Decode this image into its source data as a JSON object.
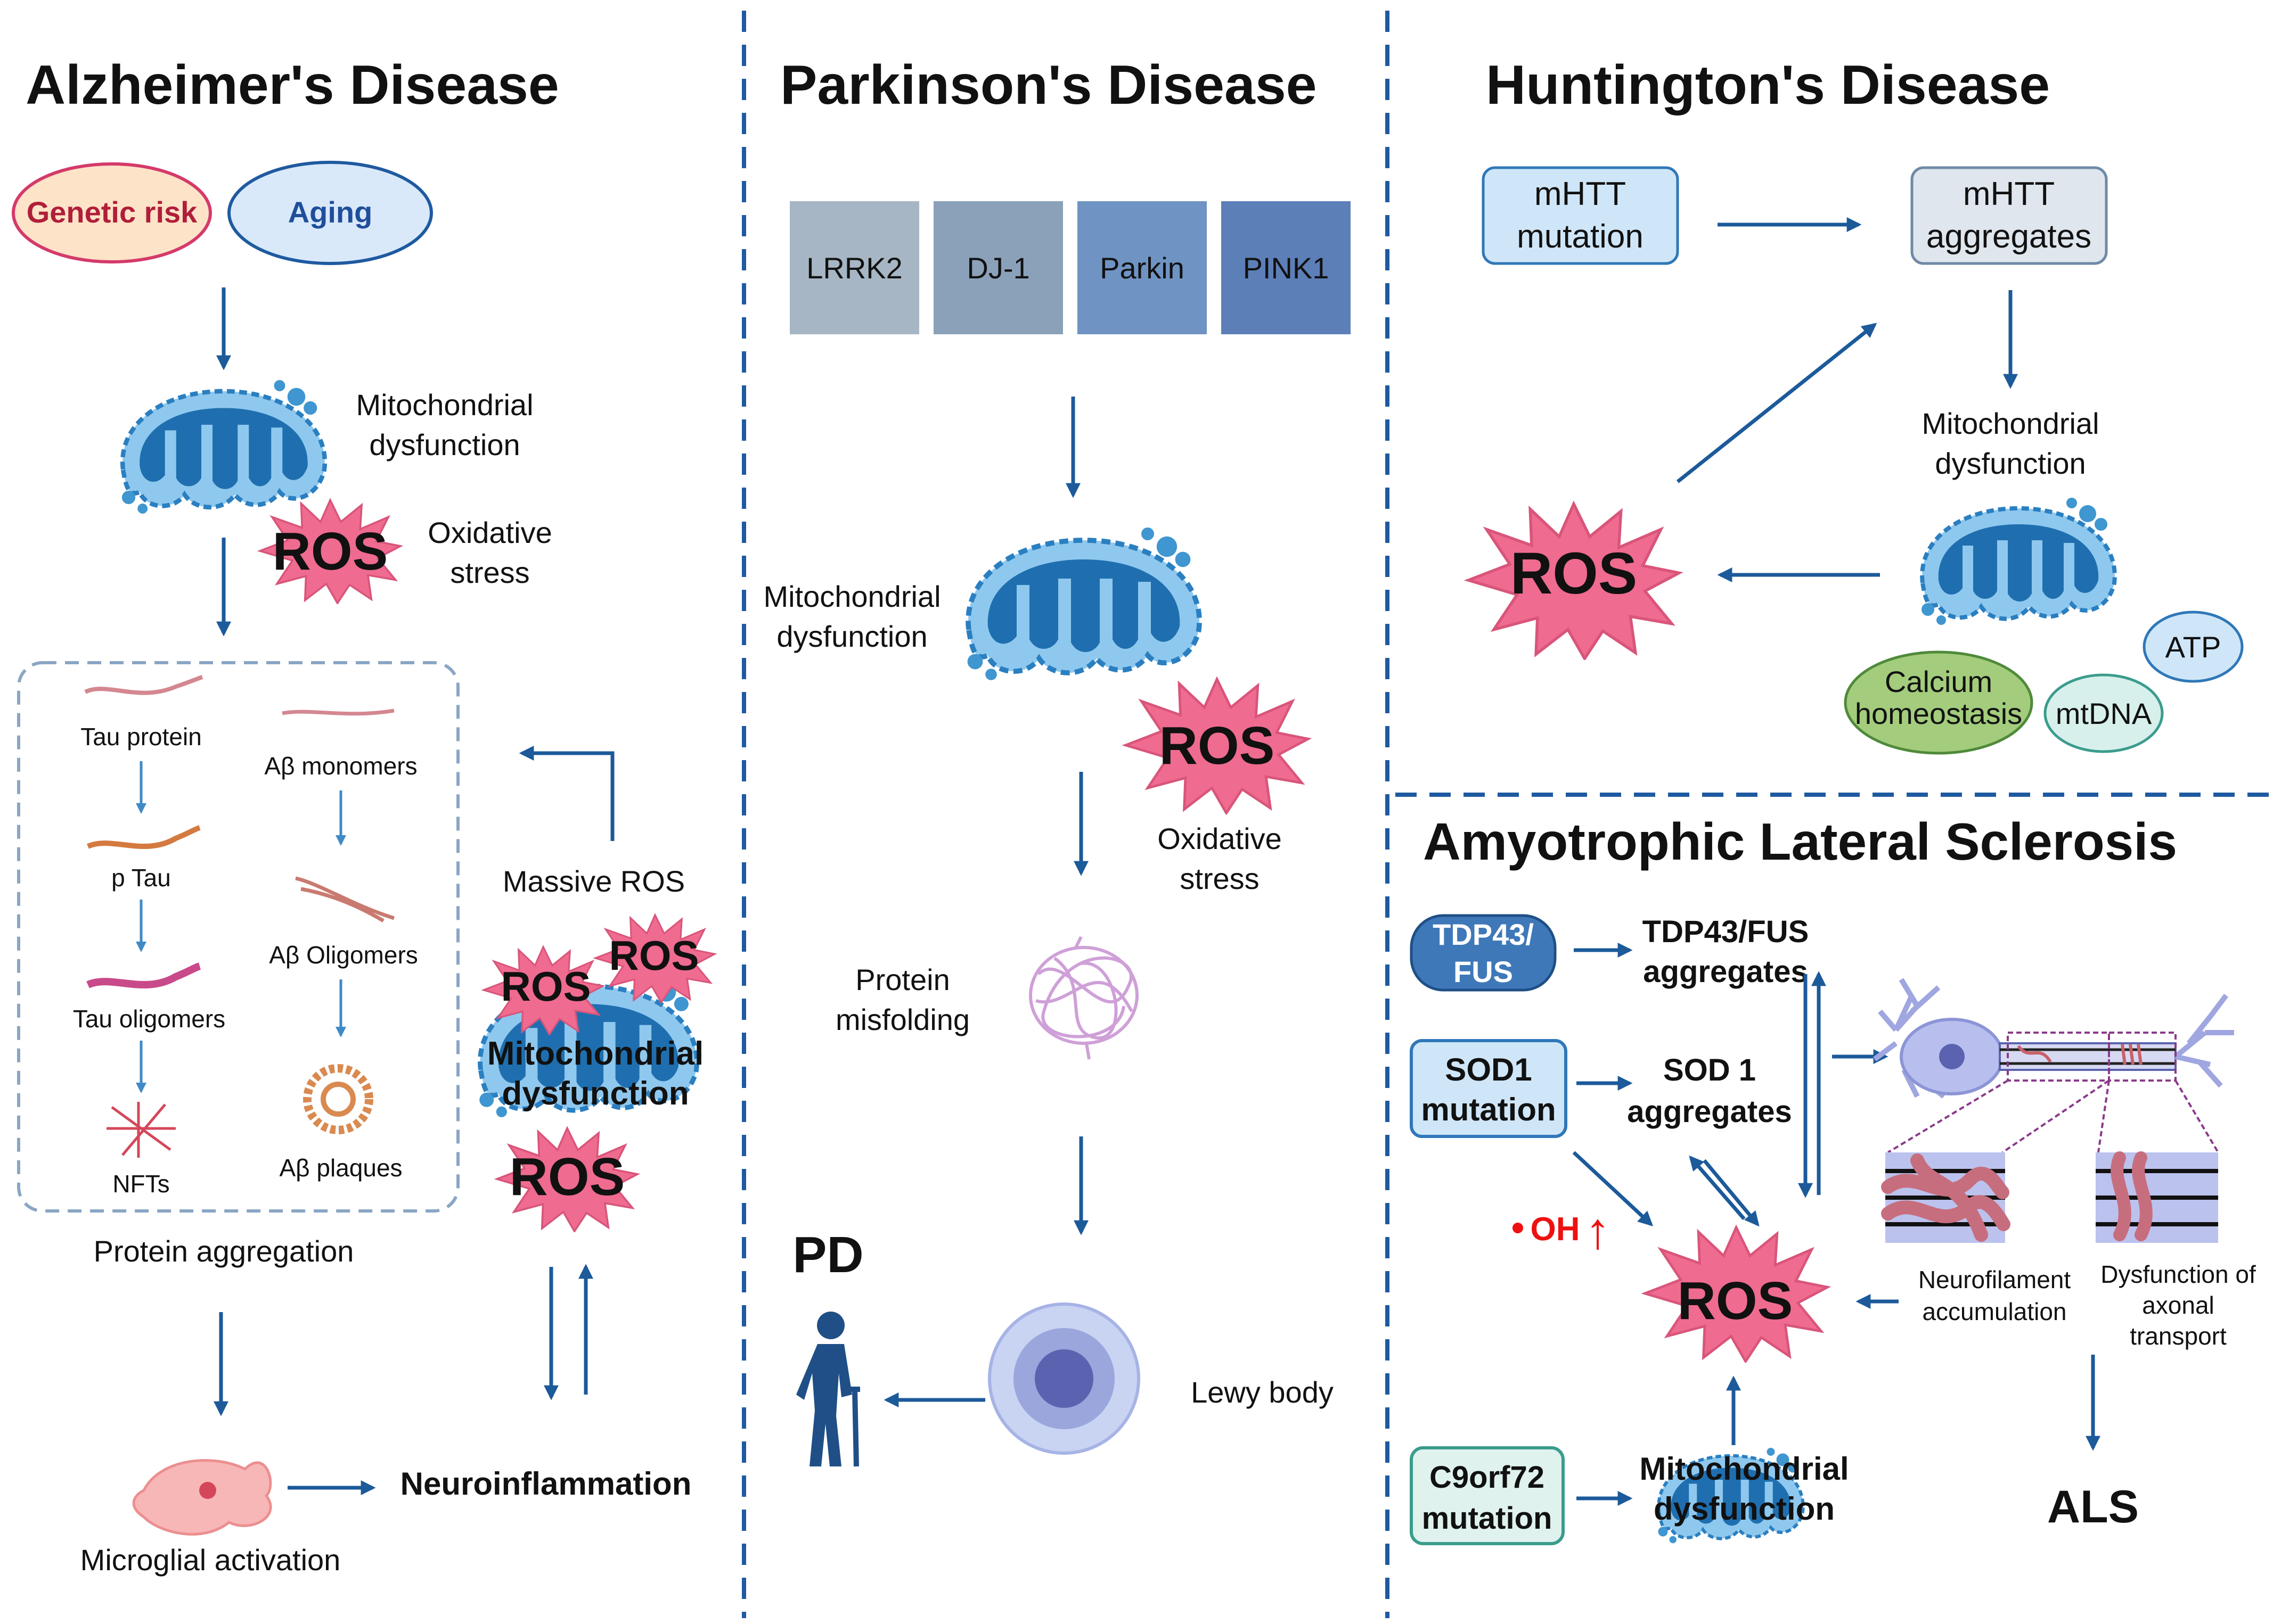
{
  "colors": {
    "divider": "#1f5aa0",
    "arrow": "#1c5a9a",
    "ros_fill": "#ef6b8f",
    "mito_outer": "#3f96d0",
    "mito_inner": "#1f6fb0",
    "box_blue_fill": "#cfe6f8",
    "box_blue_stroke": "#2f78b8"
  },
  "alzheimers": {
    "title": "Alzheimer's Disease",
    "genetic_risk": "Genetic risk",
    "aging": "Aging",
    "mito_label_1": "Mitochondrial",
    "mito_label_2": "dysfunction",
    "ros": "ROS",
    "oxidative_1": "Oxidative",
    "oxidative_2": "stress",
    "tau_protein": "Tau protein",
    "p_tau": "p Tau",
    "tau_oligomers": "Tau oligomers",
    "nfts": "NFTs",
    "ab_monomers": "Aβ monomers",
    "ab_oligomers": "Aβ Oligomers",
    "ab_plaques": "Aβ plaques",
    "protein_aggregation": "Protein aggregation",
    "massive_ros": "Massive ROS",
    "ros_a": "ROS",
    "ros_b": "ROS",
    "ros_c": "ROS",
    "mito2_1": "Mitochondrial",
    "mito2_2": "dysfunction",
    "microglial": "Microglial activation",
    "neuroinflammation": "Neuroinflammation"
  },
  "parkinsons": {
    "title": "Parkinson's Disease",
    "genes": [
      {
        "label": "LRRK2",
        "color": "#a7b6c4"
      },
      {
        "label": "DJ-1",
        "color": "#8aa1b9"
      },
      {
        "label": "Parkin",
        "color": "#6f93c2"
      },
      {
        "label": "PINK1",
        "color": "#5d7fb8"
      }
    ],
    "mito_1": "Mitochondrial",
    "mito_2": "dysfunction",
    "ros": "ROS",
    "oxidative_1": "Oxidative",
    "oxidative_2": "stress",
    "misfold_1": "Protein",
    "misfold_2": "misfolding",
    "pd": "PD",
    "lewy": "Lewy body"
  },
  "huntingtons": {
    "title": "Huntington's Disease",
    "mhtt_mut_1": "mHTT",
    "mhtt_mut_2": "mutation",
    "mhtt_agg_1": "mHTT",
    "mhtt_agg_2": "aggregates",
    "mito_1": "Mitochondrial",
    "mito_2": "dysfunction",
    "ros": "ROS",
    "atp": "ATP",
    "calcium_1": "Calcium",
    "calcium_2": "homeostasis",
    "mtdna": "mtDNA"
  },
  "als": {
    "title": "Amyotrophic Lateral Sclerosis",
    "tdp_box_1": "TDP43/",
    "tdp_box_2": "FUS",
    "tdp_agg_1": "TDP43/FUS",
    "tdp_agg_2": "aggregates",
    "sod_box_1": "SOD1",
    "sod_box_2": "mutation",
    "sod_agg_1": "SOD 1",
    "sod_agg_2": "aggregates",
    "oh": "OH",
    "oh_dot": "•",
    "oh_arrow": "↑",
    "ros": "ROS",
    "c9_1": "C9orf72",
    "c9_2": "mutation",
    "mito_1": "Mitochondrial",
    "mito_2": "dysfunction",
    "neurofil_1": "Neurofilament",
    "neurofil_2": "accumulation",
    "axonal_1": "Dysfunction of",
    "axonal_2": "axonal",
    "axonal_3": "transport",
    "als": "ALS"
  }
}
